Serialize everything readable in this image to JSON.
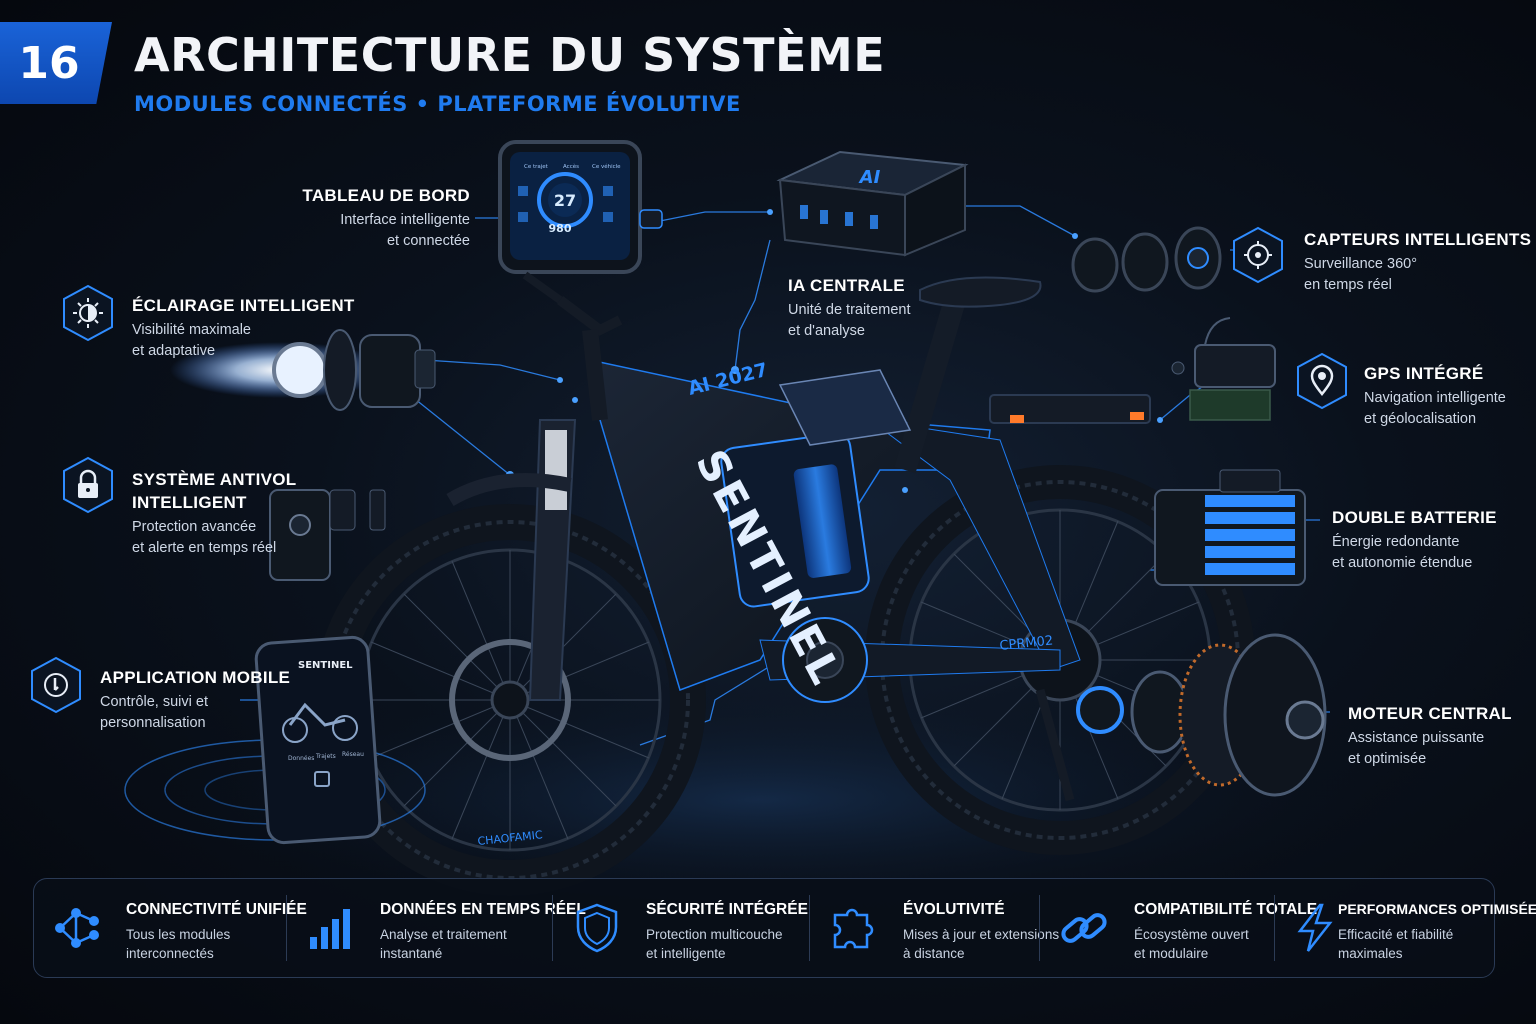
{
  "header": {
    "number": "16",
    "title": "ARCHITECTURE DU SYSTÈME",
    "subtitle": "MODULES CONNECTÉS • PLATEFORME ÉVOLUTIVE"
  },
  "colors": {
    "accent": "#1f7bef",
    "glow": "#2f8cff",
    "background": "#0a111c"
  },
  "bike": {
    "frame_label": "SENTINEL",
    "top_tube_label": "AI 2027",
    "chainstay_label": "CPRM02",
    "tire_label": "CHAOFAMIC",
    "tire_label_front": "CHAOFAMIC",
    "ai_box_label": "AI",
    "dashboard_value": "980",
    "dashboard_speed": "27",
    "dashboard_tabs": [
      "Ce trajet",
      "Accès",
      "Ce véhicle"
    ]
  },
  "phone": {
    "app_name": "SENTINEL",
    "tabs": [
      "Données",
      "Trajets",
      "Réseau"
    ]
  },
  "callouts": {
    "dashboard": {
      "title": "TABLEAU DE BORD",
      "desc1": "Interface intelligente",
      "desc2": "et connectée"
    },
    "ai": {
      "title": "IA CENTRALE",
      "desc1": "Unité de traitement",
      "desc2": "et d'analyse"
    },
    "sensors": {
      "title": "CAPTEURS INTELLIGENTS",
      "desc1": "Surveillance 360°",
      "desc2": "en temps réel",
      "icon": "target-icon"
    },
    "lighting": {
      "title": "ÉCLAIRAGE INTELLIGENT",
      "desc1": "Visibilité maximale",
      "desc2": "et adaptative",
      "icon": "sun-icon"
    },
    "gps": {
      "title": "GPS INTÉGRÉ",
      "desc1": "Navigation intelligente",
      "desc2": "et géolocalisation",
      "icon": "location-pin-icon"
    },
    "antitheft": {
      "title": "SYSTÈME ANTIVOL",
      "title2": "INTELLIGENT",
      "desc1": "Protection avancée",
      "desc2": "et alerte en temps réel",
      "icon": "padlock-icon"
    },
    "battery": {
      "title": "DOUBLE BATTERIE",
      "desc1": "Énergie redondante",
      "desc2": "et autonomie étendue"
    },
    "app": {
      "title": "APPLICATION MOBILE",
      "desc1": "Contrôle, suivi et",
      "desc2": "personnalisation",
      "icon": "touch-icon"
    },
    "motor": {
      "title": "MOTEUR CENTRAL",
      "desc1": "Assistance puissante",
      "desc2": "et optimisée"
    }
  },
  "features": [
    {
      "title": "CONNECTIVITÉ UNIFIÉE",
      "desc1": "Tous les modules",
      "desc2": "interconnectés",
      "icon": "network-icon"
    },
    {
      "title": "DONNÉES EN TEMPS RÉEL",
      "desc1": "Analyse et traitement",
      "desc2": "instantané",
      "icon": "bar-chart-icon"
    },
    {
      "title": "SÉCURITÉ INTÉGRÉE",
      "desc1": "Protection multicouche",
      "desc2": "et intelligente",
      "icon": "shield-icon"
    },
    {
      "title": "ÉVOLUTIVITÉ",
      "desc1": "Mises à jour et extensions",
      "desc2": "à distance",
      "icon": "puzzle-icon"
    },
    {
      "title": "COMPATIBILITÉ TOTALE",
      "desc1": "Écosystème ouvert",
      "desc2": "et modulaire",
      "icon": "chain-link-icon"
    },
    {
      "title": "PERFORMANCES OPTIMISÉES",
      "desc1": "Efficacité et fiabilité",
      "desc2": "maximales",
      "icon": "lightning-icon"
    }
  ]
}
